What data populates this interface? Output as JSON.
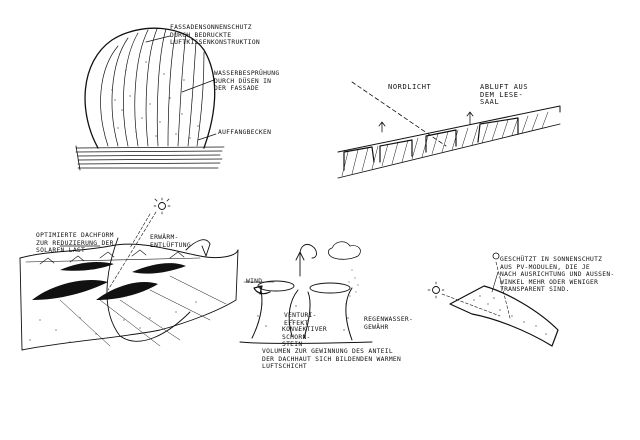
{
  "sketch1": {
    "label_facade": "FASSADENSONNENSCHUTZ\nDURCH BEDRUCKTE\nLUFTKISSENKONSTRUKTION",
    "label_water": "WASSERBESPRÜHUNG\nDURCH DÜSEN IN\nDER FASSADE",
    "label_basin": "AUFFANGBECKEN"
  },
  "sketch2": {
    "label_north": "NORDLICHT",
    "label_exhaust": "ABLUFT AUS\nDEM LESE-\nSAAL"
  },
  "sketch3": {
    "label_optimized": "OPTIMIERTE DACHFORM\nZUR REDUZIERUNG DER\nSOLAREN LAST",
    "label_heat": "ERWÄRM-\nENTLÜFTUNG"
  },
  "sketch4": {
    "label_wind": "WIND",
    "label_venturi": "VENTURI-\nEFFEKT",
    "label_konvektion": "KONVEKTIVER\nSCHORN-\nSTEIN",
    "label_rainwater": "REGENWASSER-\nGEWÄHR",
    "label_caption": "VOLUMEN ZUR GEWINNUNG DES ANTEIL\nDER DACHHAUT SICH BILDENDEN WARMEN\nLUFTSCHICHT"
  },
  "sketch5": {
    "label_caption": "GESCHÜTZT IN SONNENSCHUTZ\nAUS PV-MODULEN, DIE JE\nNACH AUSRICHTUNG UND AUSSEN-\nWINKEL MEHR ODER WENIGER\nTRANSPARENT SIND."
  }
}
